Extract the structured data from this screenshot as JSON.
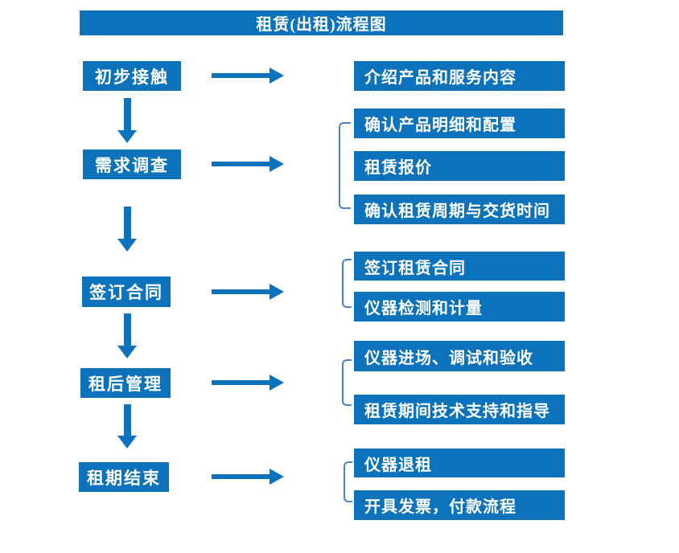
{
  "title": "租赁(出租)流程图",
  "colors": {
    "primary": "#0D72BC",
    "bracket": "#4C80C4",
    "text_on_primary": "#FFFFFF",
    "background": "#FFFFFF"
  },
  "flow": {
    "steps": [
      {
        "label": "初步接触",
        "details": [
          "介绍产品和服务内容"
        ]
      },
      {
        "label": "需求调查",
        "details": [
          "确认产品明细和配置",
          "租赁报价",
          "确认租赁周期与交货时间"
        ]
      },
      {
        "label": "签订合同",
        "details": [
          "签订租赁合同",
          "仪器检测和计量"
        ]
      },
      {
        "label": "租后管理",
        "details": [
          "仪器进场、调试和验收",
          "租赁期间技术支持和指导"
        ]
      },
      {
        "label": "租期结束",
        "details": [
          "仪器退租",
          "开具发票，付款流程"
        ]
      }
    ]
  }
}
